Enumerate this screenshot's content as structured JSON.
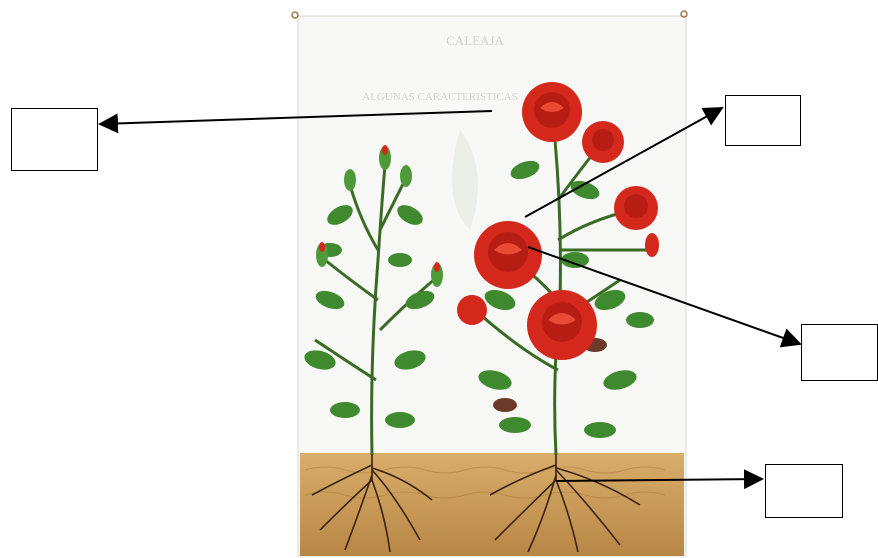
{
  "figure": {
    "poster_heading_faint": "CALEAJA",
    "poster_subheading_faint": "ALGUNAS CARACTERISTICAS",
    "colors": {
      "rose_red": "#d5281c",
      "leaf_green": "#3f8a2e",
      "soil": "#c79a5a",
      "root": "#3b2414"
    }
  },
  "labels": [
    {
      "id": "label-flower-bud-area",
      "text": ""
    },
    {
      "id": "label-top-stem",
      "text": ""
    },
    {
      "id": "label-flower",
      "text": ""
    },
    {
      "id": "label-root",
      "text": ""
    }
  ]
}
